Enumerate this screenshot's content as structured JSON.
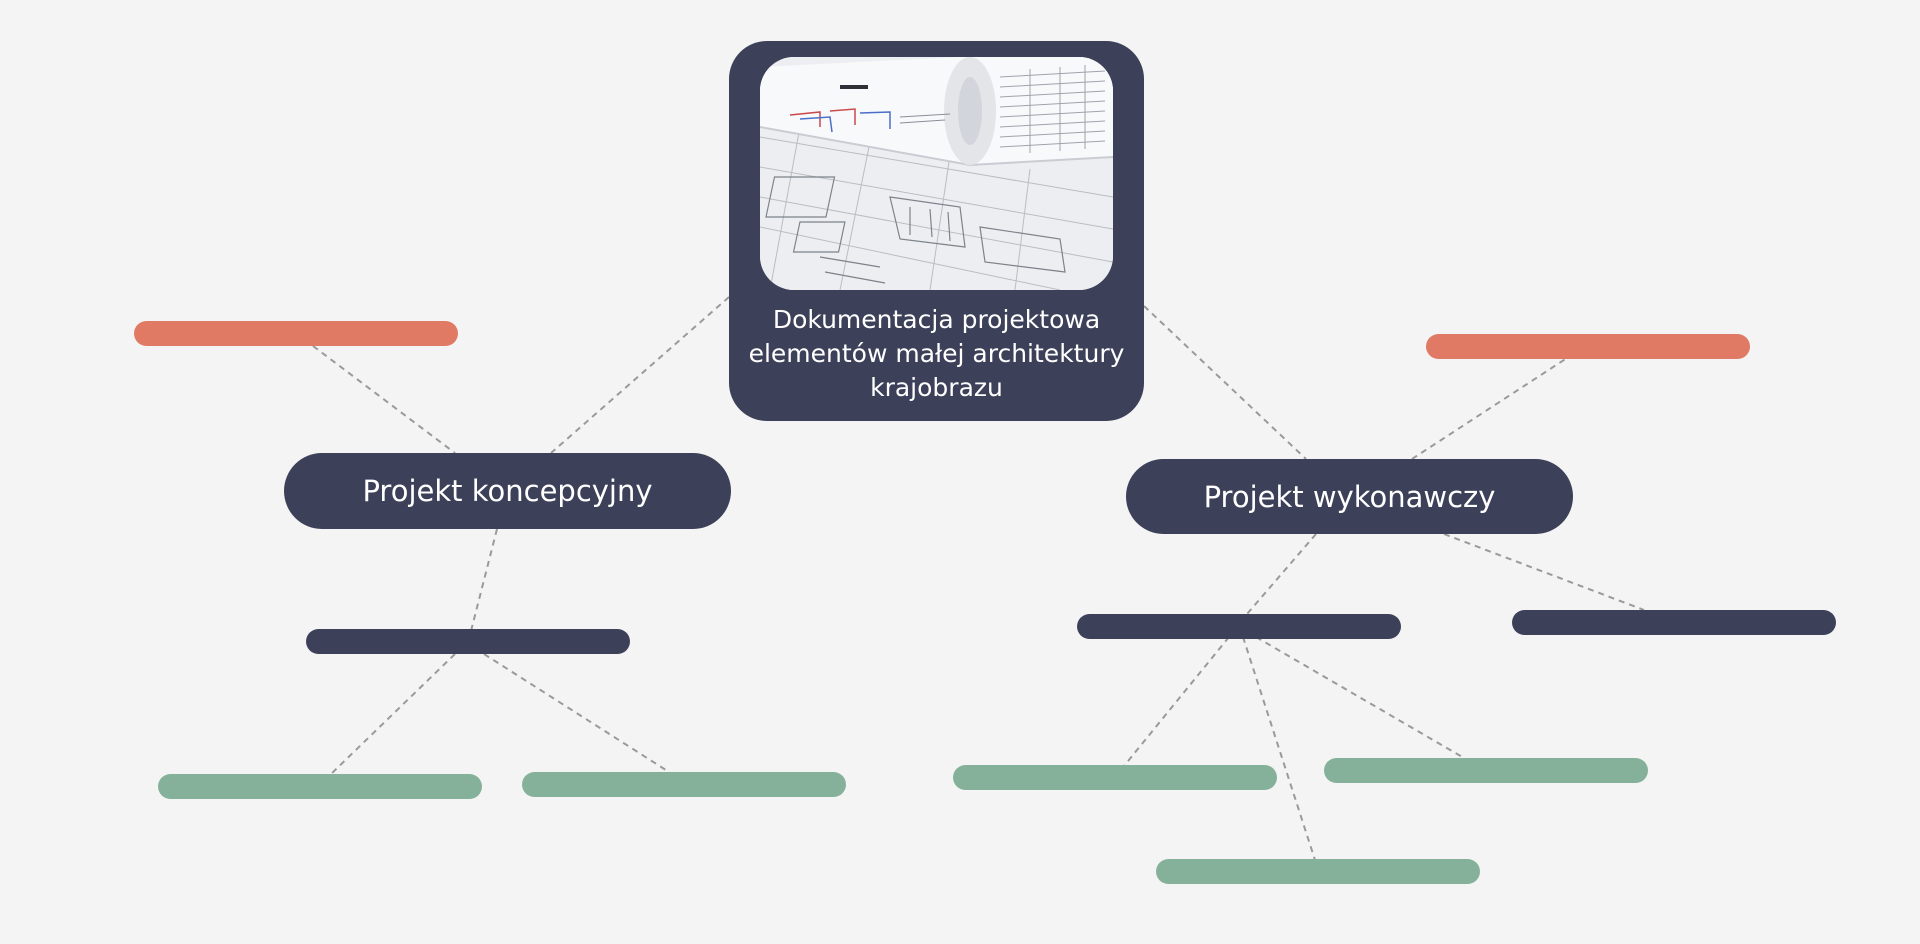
{
  "mindmap": {
    "root": {
      "title": "Dokumentacja projektowa elementów małej architektury krajobrazu",
      "image": "architectural-blueprint-photo",
      "color": "#3d4059"
    },
    "branches": [
      {
        "label": "Projekt koncepcyjny",
        "note_color": "#e07a64",
        "child_color": "#3d4059",
        "leaf_color": "#85b19a",
        "leaf_count": 2
      },
      {
        "label": "Projekt wykonawczy",
        "note_color": "#e07a64",
        "child_color": "#3d4059",
        "leaf_color": "#85b19a",
        "leaf_count": 3
      }
    ]
  },
  "colors": {
    "background": "#f4f4f4",
    "node_dark": "#3d4059",
    "accent_orange": "#e07a64",
    "accent_green": "#85b19a",
    "connector": "#9a9a9a",
    "text_on_dark": "#ffffff"
  }
}
